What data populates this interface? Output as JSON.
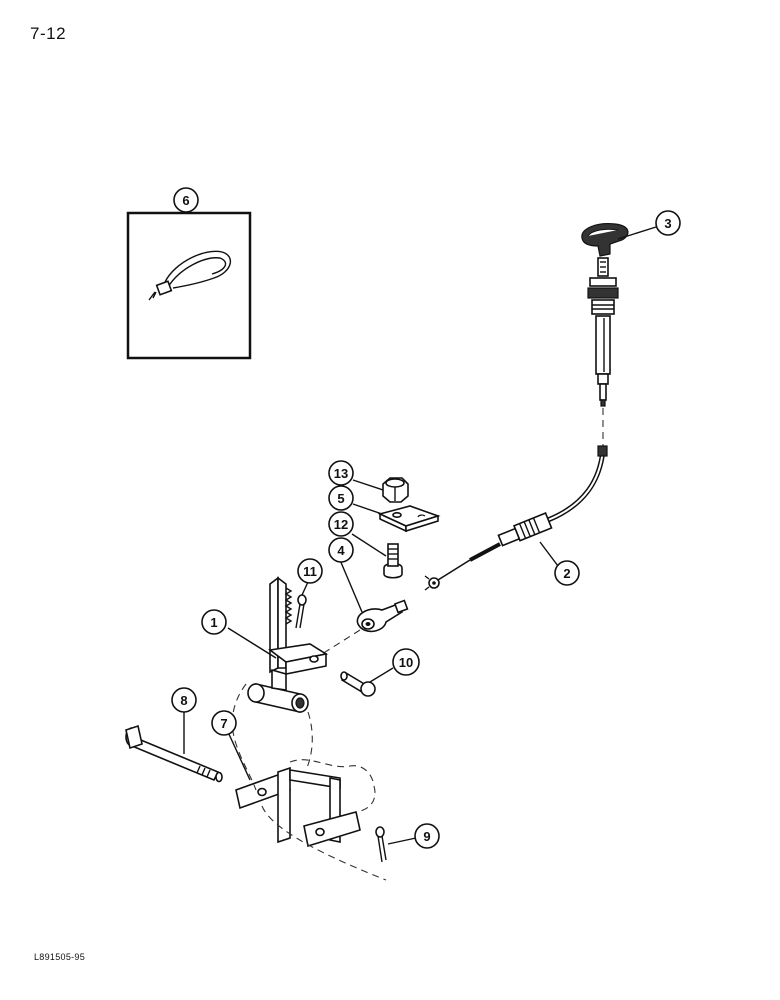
{
  "page_number": "7-12",
  "figure_code": "L891505-95",
  "callouts": {
    "c1": "1",
    "c2": "2",
    "c3": "3",
    "c4": "4",
    "c5": "5",
    "c6": "6",
    "c7": "7",
    "c8": "8",
    "c9": "9",
    "c10": "10",
    "c11": "11",
    "c12": "12",
    "c13": "13"
  }
}
